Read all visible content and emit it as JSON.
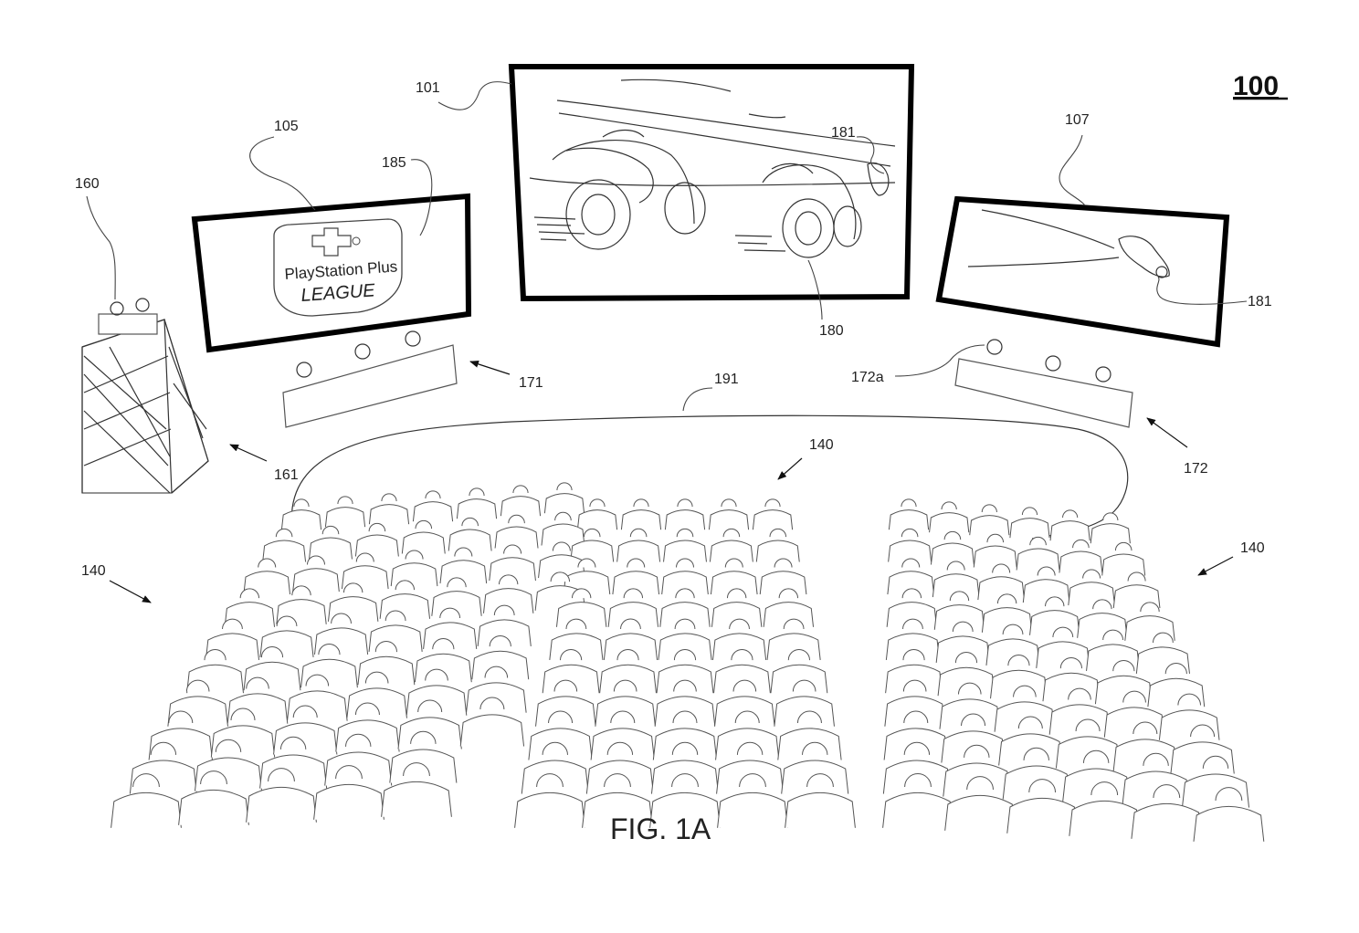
{
  "figure": {
    "number": "100",
    "caption": "FIG. 1A"
  },
  "screens": {
    "left": {
      "logo_line1": "PlayStation Plus",
      "logo_line2": "LEAGUE"
    }
  },
  "labels": {
    "l101": "101",
    "l105": "105",
    "l107": "107",
    "l185": "185",
    "l181_top": "181",
    "l181_right": "181",
    "l180": "180",
    "l160": "160",
    "l161": "161",
    "l171": "171",
    "l172": "172",
    "l172a": "172a",
    "l191": "191",
    "l140_center": "140",
    "l140_left": "140",
    "l140_right": "140"
  },
  "icons": {
    "logo": "dpad-badge-icon",
    "racer": "motorcycle-icon"
  }
}
